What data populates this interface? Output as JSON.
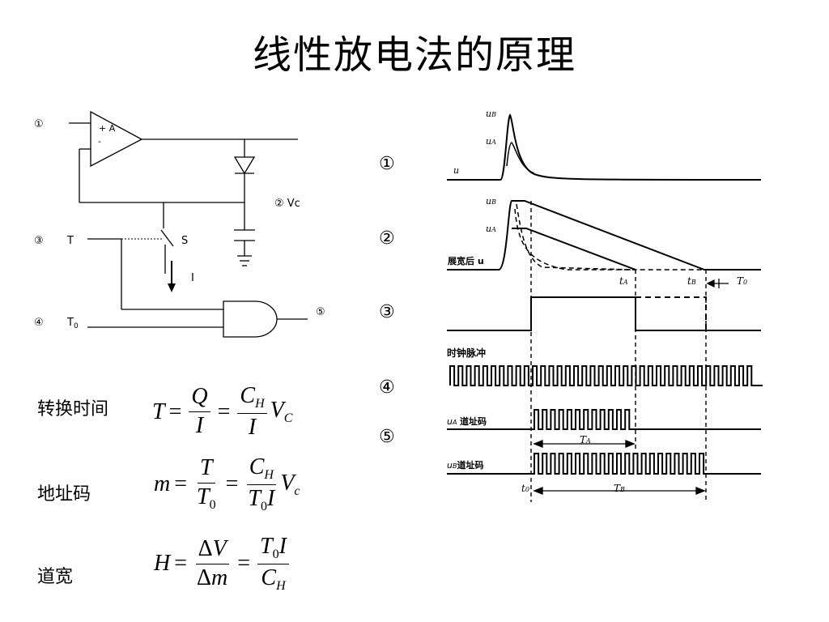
{
  "slide": {
    "title": "线性放电法的原理"
  },
  "circuit": {
    "node1": "①",
    "amp_plus": "+ A",
    "amp_minus": "-",
    "node2": "② Vc",
    "node3": "③",
    "T": "T",
    "S": "S",
    "I": "I",
    "node4": "④",
    "T0_base": "T",
    "T0_sub": "0",
    "node5": "⑤"
  },
  "waveform_markers": [
    "①",
    "②",
    "③",
    "④",
    "⑤"
  ],
  "timing": {
    "u_label": "u",
    "uB": "u",
    "uB_sub": "B",
    "uA": "u",
    "uA_sub": "A",
    "stretched": "展宽后 u",
    "tA": "t",
    "tA_sub": "A",
    "tB": "t",
    "tB_sub": "B",
    "T0": "T",
    "T0_sub": "0",
    "clock": "时钟脉冲",
    "uA_addr": "道址码",
    "uB_addr": "道址码",
    "TA": "T",
    "TA_sub": "A",
    "TB": "T",
    "TB_sub": "B",
    "t0": "t",
    "t0_sub": "0"
  },
  "formulas": [
    {
      "label": "转换时间"
    },
    {
      "label": "地址码"
    },
    {
      "label": "道宽"
    }
  ]
}
